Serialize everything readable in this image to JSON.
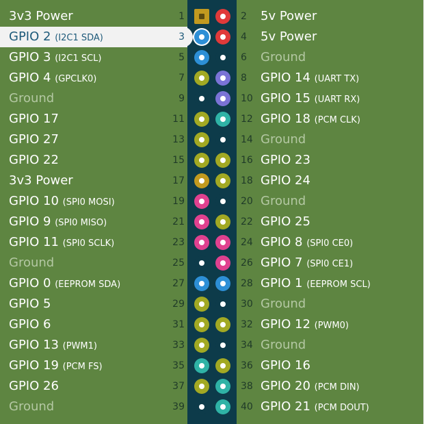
{
  "colors": {
    "background": "#5e8541",
    "header_strip": "#0d3b4a",
    "power_3v3": "#c29a1f",
    "power_5v": "#e03a3a",
    "ground": "#0d3b4a",
    "gpio": "#a2a923",
    "i2c": "#2d8fd6",
    "uart": "#7a73d6",
    "spi": "#e0418f",
    "pcm": "#2fb3a6",
    "dimmed_text": "#b4c8a3"
  },
  "pins": [
    {
      "num": "1",
      "label": "3v3 Power",
      "func": "",
      "type": "power_3v3",
      "shape": "square",
      "active": false
    },
    {
      "num": "2",
      "label": "5v Power",
      "func": "",
      "type": "power_5v",
      "shape": "round",
      "active": false
    },
    {
      "num": "3",
      "label": "GPIO 2",
      "func": "(I2C1 SDA)",
      "type": "i2c",
      "shape": "round",
      "active": true
    },
    {
      "num": "4",
      "label": "5v Power",
      "func": "",
      "type": "power_5v",
      "shape": "round",
      "active": false
    },
    {
      "num": "5",
      "label": "GPIO 3",
      "func": "(I2C1 SCL)",
      "type": "i2c",
      "shape": "round",
      "active": false
    },
    {
      "num": "6",
      "label": "Ground",
      "func": "",
      "type": "ground",
      "shape": "round",
      "active": false
    },
    {
      "num": "7",
      "label": "GPIO 4",
      "func": "(GPCLK0)",
      "type": "gpio",
      "shape": "round",
      "active": false
    },
    {
      "num": "8",
      "label": "GPIO 14",
      "func": "(UART TX)",
      "type": "uart",
      "shape": "round",
      "active": false
    },
    {
      "num": "9",
      "label": "Ground",
      "func": "",
      "type": "ground",
      "shape": "round",
      "active": false
    },
    {
      "num": "10",
      "label": "GPIO 15",
      "func": "(UART RX)",
      "type": "uart",
      "shape": "round",
      "active": false
    },
    {
      "num": "11",
      "label": "GPIO 17",
      "func": "",
      "type": "gpio",
      "shape": "round",
      "active": false
    },
    {
      "num": "12",
      "label": "GPIO 18",
      "func": "(PCM CLK)",
      "type": "pcm",
      "shape": "round",
      "active": false
    },
    {
      "num": "13",
      "label": "GPIO 27",
      "func": "",
      "type": "gpio",
      "shape": "round",
      "active": false
    },
    {
      "num": "14",
      "label": "Ground",
      "func": "",
      "type": "ground",
      "shape": "round",
      "active": false
    },
    {
      "num": "15",
      "label": "GPIO 22",
      "func": "",
      "type": "gpio",
      "shape": "round",
      "active": false
    },
    {
      "num": "16",
      "label": "GPIO 23",
      "func": "",
      "type": "gpio",
      "shape": "round",
      "active": false
    },
    {
      "num": "17",
      "label": "3v3 Power",
      "func": "",
      "type": "power_3v3",
      "shape": "round",
      "active": false
    },
    {
      "num": "18",
      "label": "GPIO 24",
      "func": "",
      "type": "gpio",
      "shape": "round",
      "active": false
    },
    {
      "num": "19",
      "label": "GPIO 10",
      "func": "(SPI0 MOSI)",
      "type": "spi",
      "shape": "round",
      "active": false
    },
    {
      "num": "20",
      "label": "Ground",
      "func": "",
      "type": "ground",
      "shape": "round",
      "active": false
    },
    {
      "num": "21",
      "label": "GPIO 9",
      "func": "(SPI0 MISO)",
      "type": "spi",
      "shape": "round",
      "active": false
    },
    {
      "num": "22",
      "label": "GPIO 25",
      "func": "",
      "type": "gpio",
      "shape": "round",
      "active": false
    },
    {
      "num": "23",
      "label": "GPIO 11",
      "func": "(SPI0 SCLK)",
      "type": "spi",
      "shape": "round",
      "active": false
    },
    {
      "num": "24",
      "label": "GPIO 8",
      "func": "(SPI0 CE0)",
      "type": "spi",
      "shape": "round",
      "active": false
    },
    {
      "num": "25",
      "label": "Ground",
      "func": "",
      "type": "ground",
      "shape": "round",
      "active": false
    },
    {
      "num": "26",
      "label": "GPIO 7",
      "func": "(SPI0 CE1)",
      "type": "spi",
      "shape": "round",
      "active": false
    },
    {
      "num": "27",
      "label": "GPIO 0",
      "func": "(EEPROM SDA)",
      "type": "i2c",
      "shape": "round",
      "active": false
    },
    {
      "num": "28",
      "label": "GPIO 1",
      "func": "(EEPROM SCL)",
      "type": "i2c",
      "shape": "round",
      "active": false
    },
    {
      "num": "29",
      "label": "GPIO 5",
      "func": "",
      "type": "gpio",
      "shape": "round",
      "active": false
    },
    {
      "num": "30",
      "label": "Ground",
      "func": "",
      "type": "ground",
      "shape": "round",
      "active": false
    },
    {
      "num": "31",
      "label": "GPIO 6",
      "func": "",
      "type": "gpio",
      "shape": "round",
      "active": false
    },
    {
      "num": "32",
      "label": "GPIO 12",
      "func": "(PWM0)",
      "type": "gpio",
      "shape": "round",
      "active": false
    },
    {
      "num": "33",
      "label": "GPIO 13",
      "func": "(PWM1)",
      "type": "gpio",
      "shape": "round",
      "active": false
    },
    {
      "num": "34",
      "label": "Ground",
      "func": "",
      "type": "ground",
      "shape": "round",
      "active": false
    },
    {
      "num": "35",
      "label": "GPIO 19",
      "func": "(PCM FS)",
      "type": "pcm",
      "shape": "round",
      "active": false
    },
    {
      "num": "36",
      "label": "GPIO 16",
      "func": "",
      "type": "gpio",
      "shape": "round",
      "active": false
    },
    {
      "num": "37",
      "label": "GPIO 26",
      "func": "",
      "type": "gpio",
      "shape": "round",
      "active": false
    },
    {
      "num": "38",
      "label": "GPIO 20",
      "func": "(PCM DIN)",
      "type": "pcm",
      "shape": "round",
      "active": false
    },
    {
      "num": "39",
      "label": "Ground",
      "func": "",
      "type": "ground",
      "shape": "round",
      "active": false
    },
    {
      "num": "40",
      "label": "GPIO 21",
      "func": "(PCM DOUT)",
      "type": "pcm",
      "shape": "round",
      "active": false
    }
  ]
}
